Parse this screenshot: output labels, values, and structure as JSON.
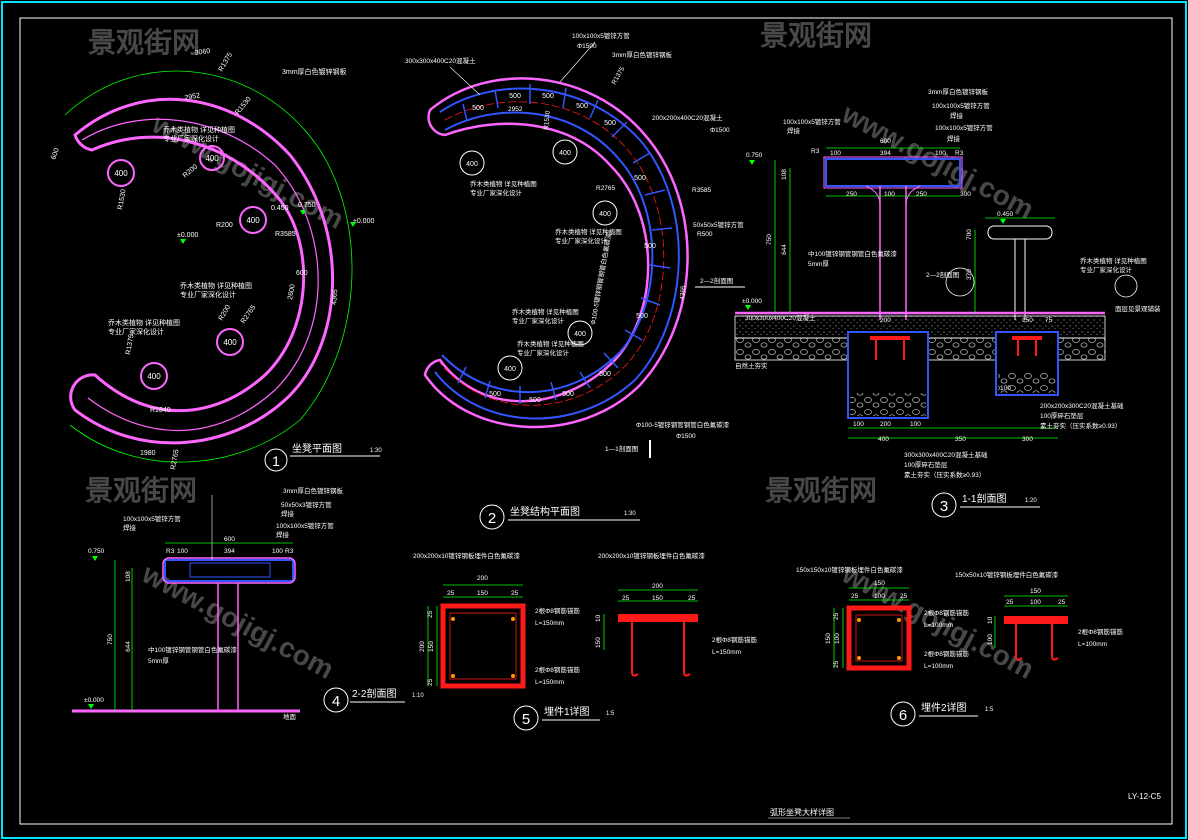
{
  "colors": {
    "background": "#000000",
    "frame": "#00e5ff",
    "border": "#ffffff",
    "dimension": "#00ff00",
    "outline": "#ff66ff",
    "steel": "#3355ff",
    "plate": "#ff1a1a",
    "annotation": "#ffffff",
    "hatch": "#cccccc",
    "watermark": "#666666"
  },
  "watermark": {
    "brand": "景观街网",
    "url": "www.gojigj.com"
  },
  "sheet_code": "LY-12-C5",
  "drawing_title": "弧形坐凳大样详图",
  "views": [
    {
      "num": "1",
      "title": "坐凳平面图",
      "scale": "1:30"
    },
    {
      "num": "2",
      "title": "坐凳结构平面图",
      "scale": "1:30"
    },
    {
      "num": "3",
      "title": "1-1剖面图",
      "scale": "1:20"
    },
    {
      "num": "4",
      "title": "2-2剖面图",
      "scale": "1:10"
    },
    {
      "num": "5",
      "title": "埋件1详图",
      "scale": "1:5"
    },
    {
      "num": "6",
      "title": "埋件2详图",
      "scale": "1:5"
    }
  ],
  "plan1": {
    "dims": [
      "3060",
      "1980",
      "600",
      "2952",
      "R1375",
      "R1530",
      "R1840",
      "R3585",
      "R2765",
      "R2765",
      "4365",
      "2600",
      "600"
    ],
    "holes": [
      "400",
      "400",
      "400",
      "400",
      "400"
    ],
    "hole_radius": [
      "R200",
      "R200",
      "R200"
    ],
    "levels": [
      "0.450",
      "0.750",
      "±0.000",
      "±0.000"
    ],
    "note_material": "3mm厚白色镀锌钢板",
    "note_plant": "乔木类植物 详见种植图",
    "note_plant2": "专业厂家深化设计"
  },
  "plan2": {
    "dims": [
      "100x100x5镀锌方管",
      "Φ1500",
      "300x300x400C20混凝土",
      "3mm厚白色镀锌钢板",
      "R1375",
      "2952",
      "R1530",
      "R2765",
      "R3585",
      "R500",
      "50x50x5镀锌方管",
      "4365",
      "Φ100-5镀锌钢管钢管白色氟碳漆",
      "Φ1500",
      "200x200x400C20混凝土",
      "Φ100-5镀锌钢管钢管白色氟碳漆"
    ],
    "segments": [
      "500",
      "500",
      "500",
      "500",
      "500",
      "500",
      "500",
      "500",
      "500",
      "500",
      "500",
      "500"
    ],
    "holes": [
      "400",
      "400",
      "400",
      "400",
      "400"
    ],
    "section_mark": "1—1剖面图",
    "section_mark2": "2—2剖面图",
    "note_plant": "乔木类植物 详见种植图",
    "note_plant2": "专业厂家深化设计"
  },
  "section3": {
    "labels_top": [
      "3mm厚白色镀锌钢板",
      "100x100x5镀锌方管",
      "100x100x5镀锌方管",
      "焊接"
    ],
    "dims_top": [
      "600",
      "394",
      "R3",
      "100",
      "R3",
      "100"
    ],
    "dims_mid": [
      "250",
      "100",
      "250",
      "300"
    ],
    "levels": [
      "0.750",
      "0.450",
      "±0.000"
    ],
    "vert_dims": [
      "108",
      "750",
      "644",
      "370",
      "700"
    ],
    "pipe_note": "中100镀锌钢管钢管白色氟碳漆",
    "pipe_note2": "5mm厚",
    "ground_labels": [
      "2—2剖面图",
      "300x300x400C20混凝土",
      "150",
      "75",
      "自然土夯实"
    ],
    "base_dims": [
      "100",
      "200",
      "100",
      "100",
      "150",
      "100"
    ],
    "bottom_dims": [
      "400",
      "350",
      "300"
    ],
    "notes": [
      "200x200x300C20混凝土基础",
      "100厚碎石垫层",
      "素土夯实（压实系数≥0.93）",
      "300x300x400C20混凝土基础",
      "100厚碎石垫层",
      "素土夯实（压实系数≥0.93）"
    ],
    "side_labels": [
      "乔木类植物 详见种植图",
      "专业厂家深化设计",
      "面层见景观铺装"
    ]
  },
  "section4": {
    "labels": [
      "3mm厚白色镀锌钢板",
      "100x100x5镀锌方管",
      "50x50x3镀锌方管",
      "焊接",
      "100x100x5镀锌方管",
      "焊接"
    ],
    "dims_top": [
      "600",
      "394",
      "R3",
      "100",
      "R3",
      "100"
    ],
    "levels": [
      "0.750",
      "±0.000"
    ],
    "vert_dims": [
      "108",
      "750",
      "644"
    ],
    "pipe_note": "中100镀锌钢管钢管白色氟碳漆",
    "pipe_note2": "5mm厚",
    "ground": "地面"
  },
  "detail5": {
    "label_left": "200x200x10镀锌钢板埋件白色氟碳漆",
    "label_right": "200x200x10镀锌钢板埋件白色氟碳漆",
    "dims_top": [
      "200",
      "25",
      "150",
      "25"
    ],
    "dims_side": [
      "25",
      "200",
      "150",
      "25"
    ],
    "right_dims_top": [
      "200",
      "25",
      "150",
      "25"
    ],
    "right_dims_side": [
      "10",
      "150"
    ],
    "bolt1": "2根Φ8钢筋锚筋",
    "bolt1_l": "L=150mm",
    "bolt2": "2根Φ8钢筋锚筋",
    "bolt2_l": "L=150mm",
    "bolt3": "2根Φ8钢筋锚筋",
    "bolt3_l": "L=150mm"
  },
  "detail6": {
    "label_left": "150x150x10镀锌钢板埋件白色氟碳漆",
    "label_right": "150x50x10镀锌钢板埋件白色氟碳漆",
    "dims_top": [
      "150",
      "25",
      "100",
      "25"
    ],
    "dims_side": [
      "25",
      "150",
      "100",
      "25"
    ],
    "right_dims_top": [
      "150",
      "25",
      "100",
      "25"
    ],
    "right_dims_side": [
      "10",
      "100"
    ],
    "bolt1": "2根Φ8钢筋锚筋",
    "bolt1_l": "L=100mm",
    "bolt2": "2根Φ8钢筋锚筋",
    "bolt2_l": "L=100mm",
    "bolt3": "2根Φ8钢筋锚筋",
    "bolt3_l": "L=100mm"
  }
}
